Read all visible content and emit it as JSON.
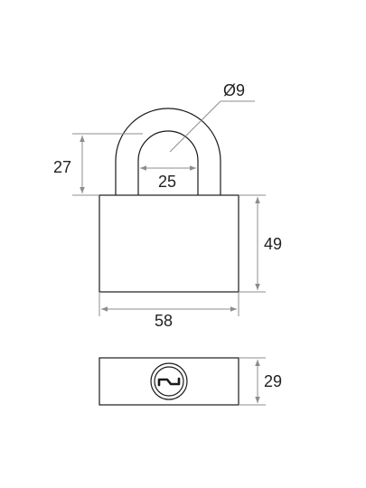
{
  "dimensions": {
    "shackle_diameter": "Ø9",
    "shackle_height": "27",
    "shackle_inner_width": "25",
    "body_height": "49",
    "body_width": "58",
    "body_thickness": "29"
  },
  "colors": {
    "outline": "#1a1a1a",
    "dimension_line": "#8c8c8c",
    "text": "#222222",
    "background": "#ffffff"
  },
  "icons": {
    "keyway": "keyhole-icon"
  }
}
